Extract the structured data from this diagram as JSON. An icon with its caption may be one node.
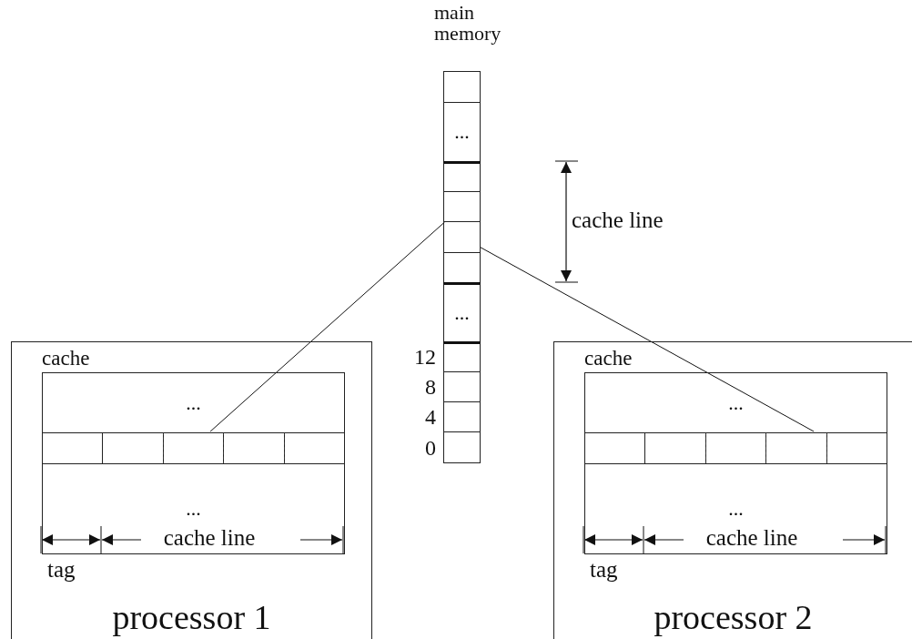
{
  "diagram": {
    "nodes": [
      {
        "text": [
          "main memory"
        ]
      },
      {
        "text": [],
        "shape": "box",
        "in": 0
      },
      {
        "text": [
          "..."
        ],
        "in": 0
      },
      {
        "text": [],
        "shape": "box",
        "in": 0
      },
      {
        "text": [],
        "shape": "box",
        "in": 0
      },
      {
        "text": [],
        "shape": "box",
        "in": 0
      },
      {
        "text": [],
        "shape": "box",
        "in": 0
      },
      {
        "text": [
          "..."
        ],
        "in": 0
      },
      {
        "text": [],
        "shape": "box",
        "in": 0,
        "beside": [
          "12"
        ]
      },
      {
        "text": [],
        "shape": "box",
        "in": 0,
        "beside": [
          "8"
        ]
      },
      {
        "text": [],
        "shape": "box",
        "in": 0,
        "beside": [
          "4"
        ]
      },
      {
        "text": [],
        "shape": "box",
        "in": 0,
        "beside": [
          "0"
        ]
      },
      {
        "text": [
          "processor 1"
        ]
      },
      {
        "text": [
          "cache"
        ],
        "in": 12
      },
      {
        "text": [
          "..."
        ],
        "in": 13
      },
      {
        "text": [],
        "shape": "box",
        "in": 13
      },
      {
        "text": [],
        "shape": "box",
        "in": 13
      },
      {
        "text": [],
        "shape": "box",
        "in": 13
      },
      {
        "text": [],
        "shape": "box",
        "in": 13
      },
      {
        "text": [],
        "shape": "box",
        "in": 13
      },
      {
        "text": [
          "..."
        ],
        "in": 13
      },
      {
        "text": [
          "processor 2"
        ]
      },
      {
        "text": [
          "cache"
        ],
        "in": 21
      },
      {
        "text": [
          "..."
        ],
        "in": 22
      },
      {
        "text": [],
        "shape": "box",
        "in": 22
      },
      {
        "text": [],
        "shape": "box",
        "in": 22
      },
      {
        "text": [],
        "shape": "box",
        "in": 22
      },
      {
        "text": [],
        "shape": "box",
        "in": 22
      },
      {
        "text": [],
        "shape": "box",
        "in": 22
      },
      {
        "text": [
          "..."
        ],
        "in": 22
      }
    ],
    "edges": [
      {
        "from": 4,
        "to": 17,
        "arrow": "none"
      },
      {
        "from": 5,
        "to": 27,
        "arrow": "none"
      }
    ],
    "labels": [
      "cache line",
      "cache line",
      "tag",
      "cache line",
      "tag"
    ]
  }
}
